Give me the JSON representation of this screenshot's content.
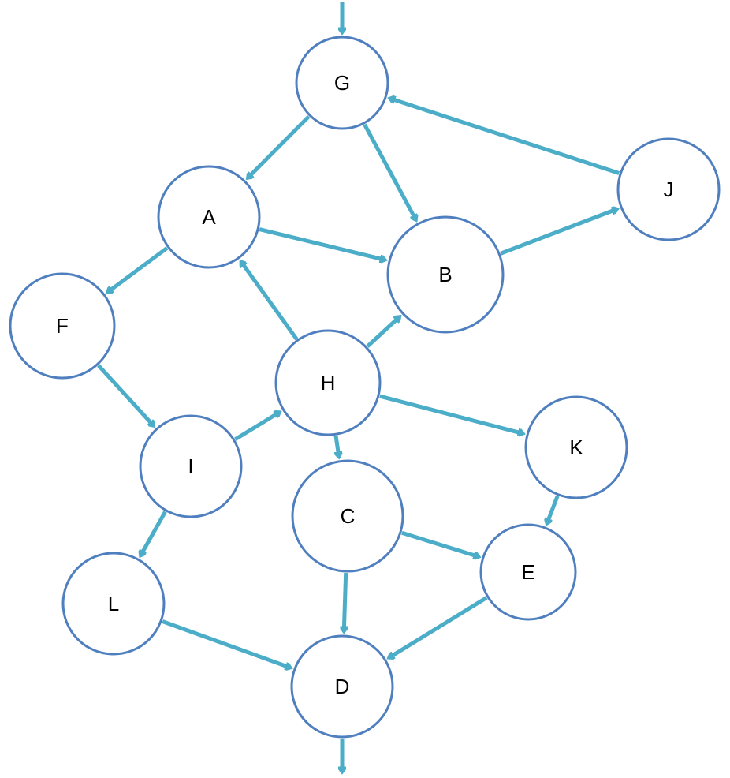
{
  "diagram": {
    "type": "directed-graph",
    "colors": {
      "edge": "#4badc8",
      "node_stroke": "#4f7fbf",
      "node_fill": "#ffffff",
      "label": "#000000"
    },
    "nodes": [
      {
        "id": "G",
        "label": "G"
      },
      {
        "id": "A",
        "label": "A"
      },
      {
        "id": "B",
        "label": "B"
      },
      {
        "id": "J",
        "label": "J"
      },
      {
        "id": "F",
        "label": "F"
      },
      {
        "id": "H",
        "label": "H"
      },
      {
        "id": "I",
        "label": "I"
      },
      {
        "id": "C",
        "label": "C"
      },
      {
        "id": "K",
        "label": "K"
      },
      {
        "id": "L",
        "label": "L"
      },
      {
        "id": "E",
        "label": "E"
      },
      {
        "id": "D",
        "label": "D"
      }
    ],
    "edges": [
      {
        "from": "entry",
        "to": "G"
      },
      {
        "from": "G",
        "to": "A"
      },
      {
        "from": "G",
        "to": "B"
      },
      {
        "from": "J",
        "to": "G"
      },
      {
        "from": "B",
        "to": "J"
      },
      {
        "from": "A",
        "to": "B"
      },
      {
        "from": "A",
        "to": "F"
      },
      {
        "from": "F",
        "to": "I"
      },
      {
        "from": "H",
        "to": "A"
      },
      {
        "from": "H",
        "to": "B"
      },
      {
        "from": "I",
        "to": "H"
      },
      {
        "from": "H",
        "to": "C"
      },
      {
        "from": "H",
        "to": "K"
      },
      {
        "from": "I",
        "to": "L"
      },
      {
        "from": "C",
        "to": "E"
      },
      {
        "from": "K",
        "to": "E"
      },
      {
        "from": "C",
        "to": "D"
      },
      {
        "from": "L",
        "to": "D"
      },
      {
        "from": "E",
        "to": "D"
      },
      {
        "from": "D",
        "to": "exit"
      }
    ]
  }
}
